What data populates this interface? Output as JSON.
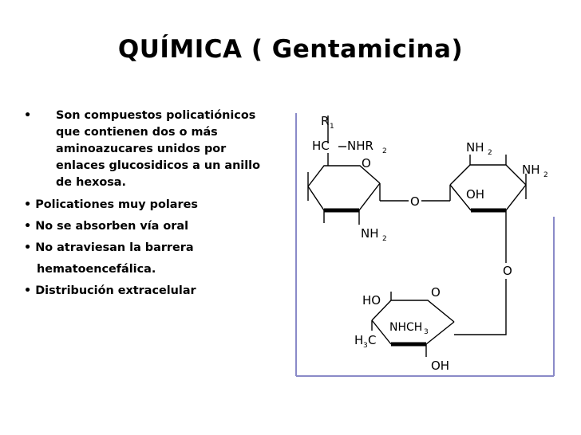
{
  "title": "QUÍMICA ( Gentamicina)",
  "main_bullet": {
    "marker": "•",
    "text_lines": [
      "Son compuestos policatiónicos",
      "que contienen dos o más",
      "aminoazucares unidos por",
      "enlaces glucosidicos a un anillo",
      "de hexosa."
    ]
  },
  "sub_bullets": [
    "• Policationes muy polares",
    "• No se absorben vía oral",
    "• No atraviesan la barrera",
    "hematoencefálica.",
    "• Distribución extracelular"
  ],
  "structure_labels": {
    "r1": "R",
    "r1_sub": "1",
    "hc": "HC",
    "nhr": "NHR",
    "nhr_sub": "2",
    "o_ring_a": "O",
    "nh2_a": "NH",
    "nh2_a_sub": "2",
    "o_link_1": "O",
    "nh2_b1": "NH",
    "nh2_b1_sub": "2",
    "nh2_b2": "NH",
    "nh2_b2_sub": "2",
    "oh_b": "OH",
    "o_link_2": "O",
    "ho_c": "HO",
    "o_ring_c": "O",
    "nhch3": "NHCH",
    "nhch3_sub": "3",
    "h3c": "H",
    "h3c_sub": "3",
    "h3c_c": "C",
    "oh_c": "OH"
  }
}
